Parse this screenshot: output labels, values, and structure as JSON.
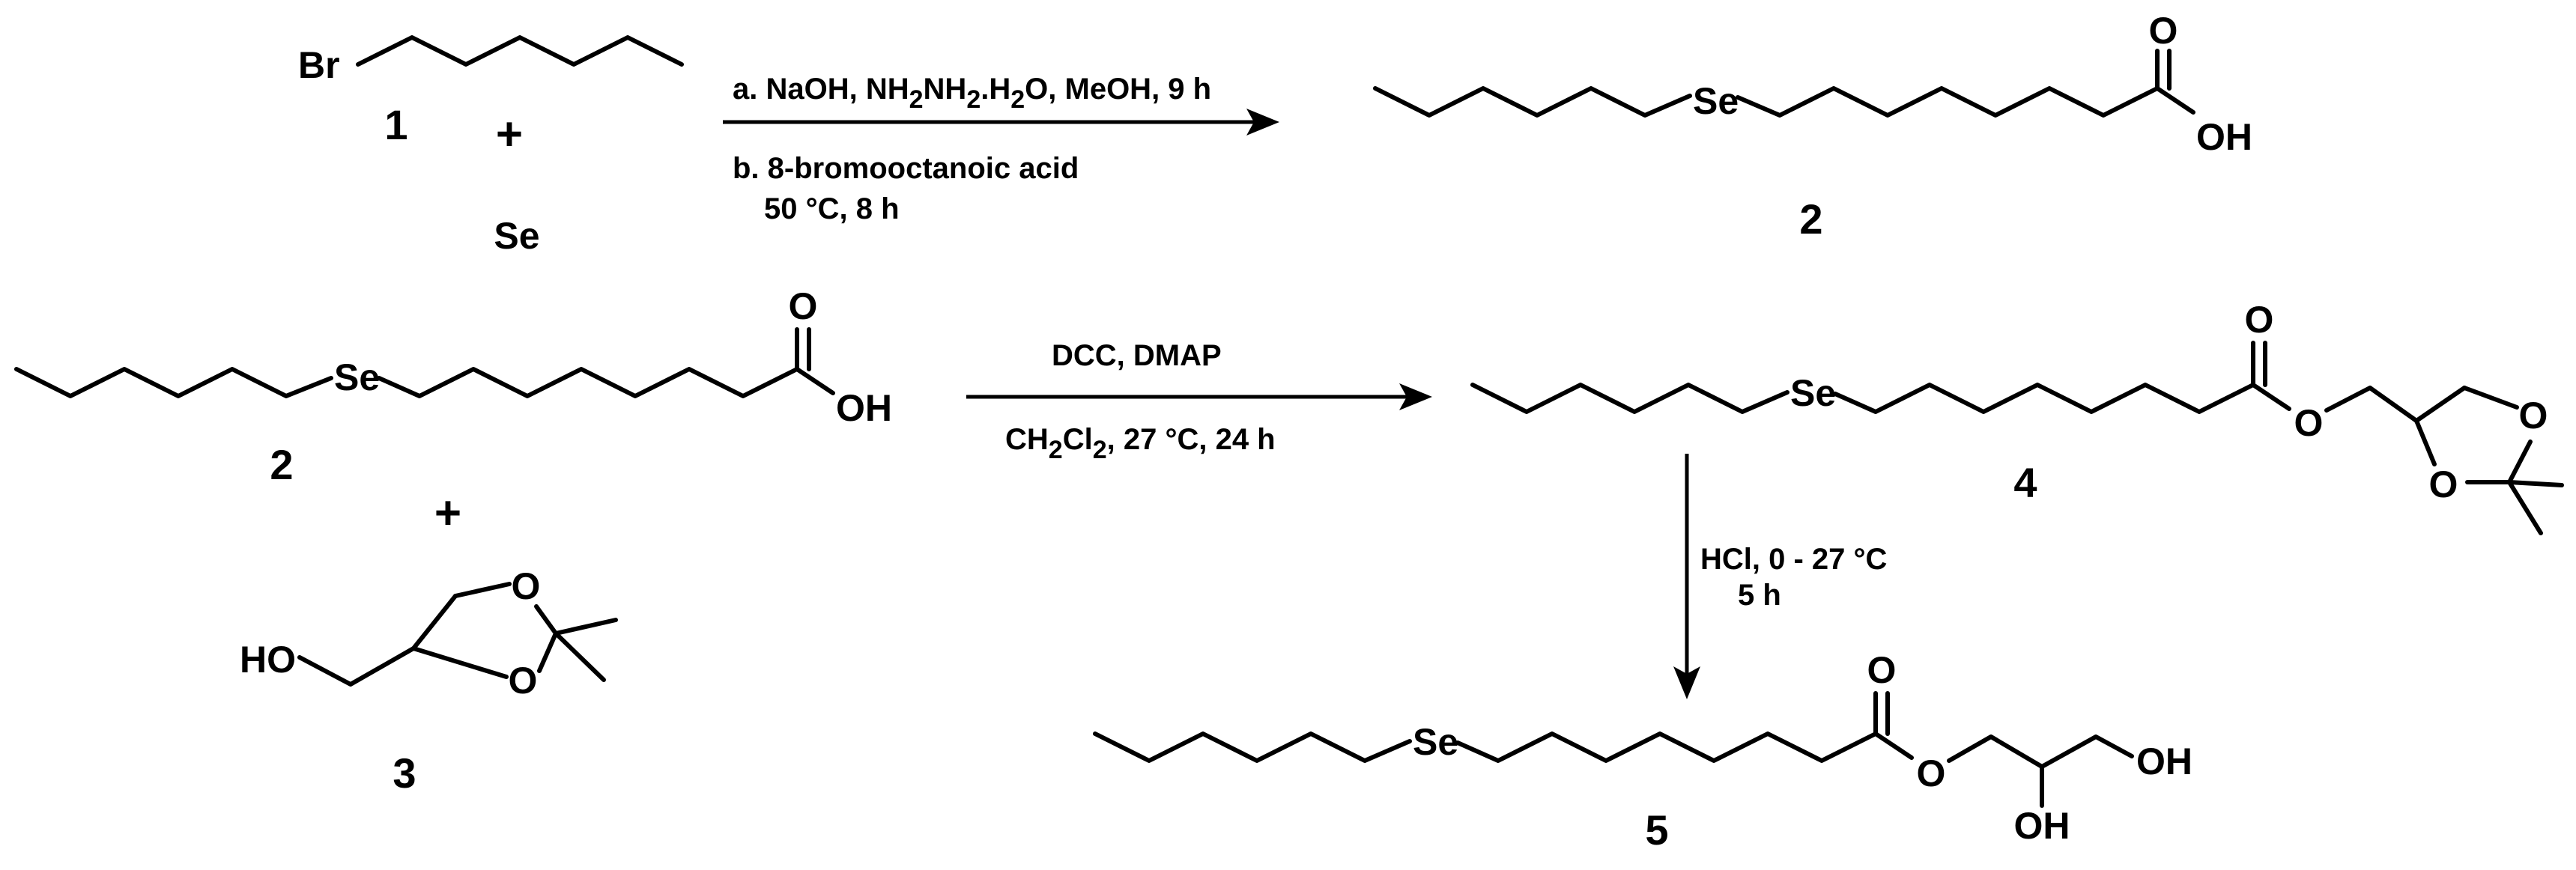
{
  "atoms": {
    "br": "Br",
    "se": "Se",
    "o": "O",
    "oh": "OH",
    "ho": "HO"
  },
  "compound_labels": {
    "c1": "1",
    "c2": "2",
    "c3": "3",
    "c4": "4",
    "c5": "5"
  },
  "plus_sign": "+",
  "selenium_reagent": "Se",
  "reaction1": {
    "a_part1": "a. NaOH, NH",
    "a_sub1": "2",
    "a_part2": "NH",
    "a_sub2": "2",
    "a_part3": ".H",
    "a_sub3": "2",
    "a_part4": "O, MeOH, 9 h",
    "b_line1": "b. 8-bromooctanoic acid",
    "b_line2": "50 °C, 8 h"
  },
  "reaction2": {
    "line1": "DCC, DMAP",
    "line2_part1": "CH",
    "line2_sub1": "2",
    "line2_part2": "Cl",
    "line2_sub2": "2",
    "line2_part3": ", 27 °C, 24 h"
  },
  "reaction3": {
    "line1": "HCl, 0 - 27 °C",
    "line2": "5 h"
  }
}
